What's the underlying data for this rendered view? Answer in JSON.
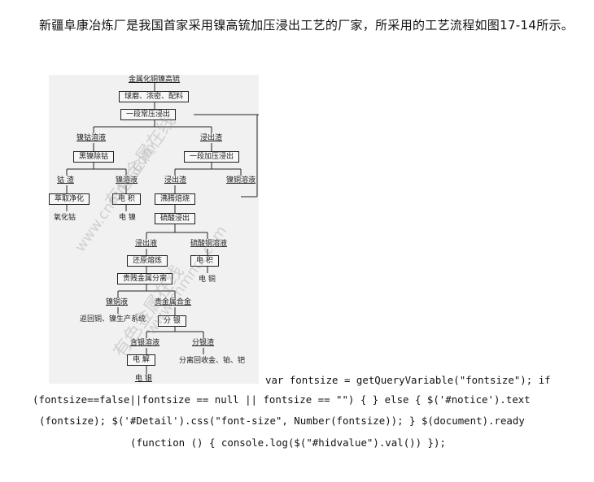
{
  "intro": {
    "text": "新疆阜康冶炼厂是我国首家采用镍高锍加压浸出工艺的厂家，所采用的工艺流程如图17-14所示。"
  },
  "flowchart": {
    "watermarks": [
      "有色金属在线",
      "www.cnmnol.com",
      "有色金属在线",
      "www.cnmnol.com"
    ],
    "nodes": {
      "n1": "金属化铜镍高锍",
      "n2": "球磨、浓密、配料",
      "n3": "一段常压浸出",
      "n4": "镍钴溶液",
      "n5": "浸出渣",
      "n6": "黑镍除钴",
      "n7": "一段加压浸出",
      "n8": "钴 渣",
      "n9": "镍溶液",
      "n10": "浸出渣",
      "n11": "镍铜溶液",
      "n12": "萃取净化",
      "n13": "电 积",
      "n14": "沸腾焙烧",
      "n15": "氧化钴",
      "n16": "电 镍",
      "n17": "硫酸浸出",
      "n18": "浸出液",
      "n19": "硫酸铜溶液",
      "n20": "还原熔炼",
      "n21": "电 积",
      "n22": "贵贱金属分离",
      "n23": "电 铜",
      "n24": "镍铜液",
      "n25": "贵金属合金",
      "n26": "返回铜、镍生产系统",
      "n27": "分 银",
      "n28": "含银溶液",
      "n29": "分银渣",
      "n30": "电 解",
      "n31": "分离回收金、铂、钯",
      "n32": "电 银"
    }
  },
  "code": {
    "line1": "var fontsize = getQueryVariable(\"fontsize\"); if",
    "line2": "(fontsize==false||fontsize == null || fontsize == \"\") { } else { $('#notice').text",
    "line3": "(fontsize); $('#Detail').css(\"font-size\", Number(fontsize)); } $(document).ready",
    "line4": "(function () { console.log($(\"#hidvalue\").val()) });"
  }
}
